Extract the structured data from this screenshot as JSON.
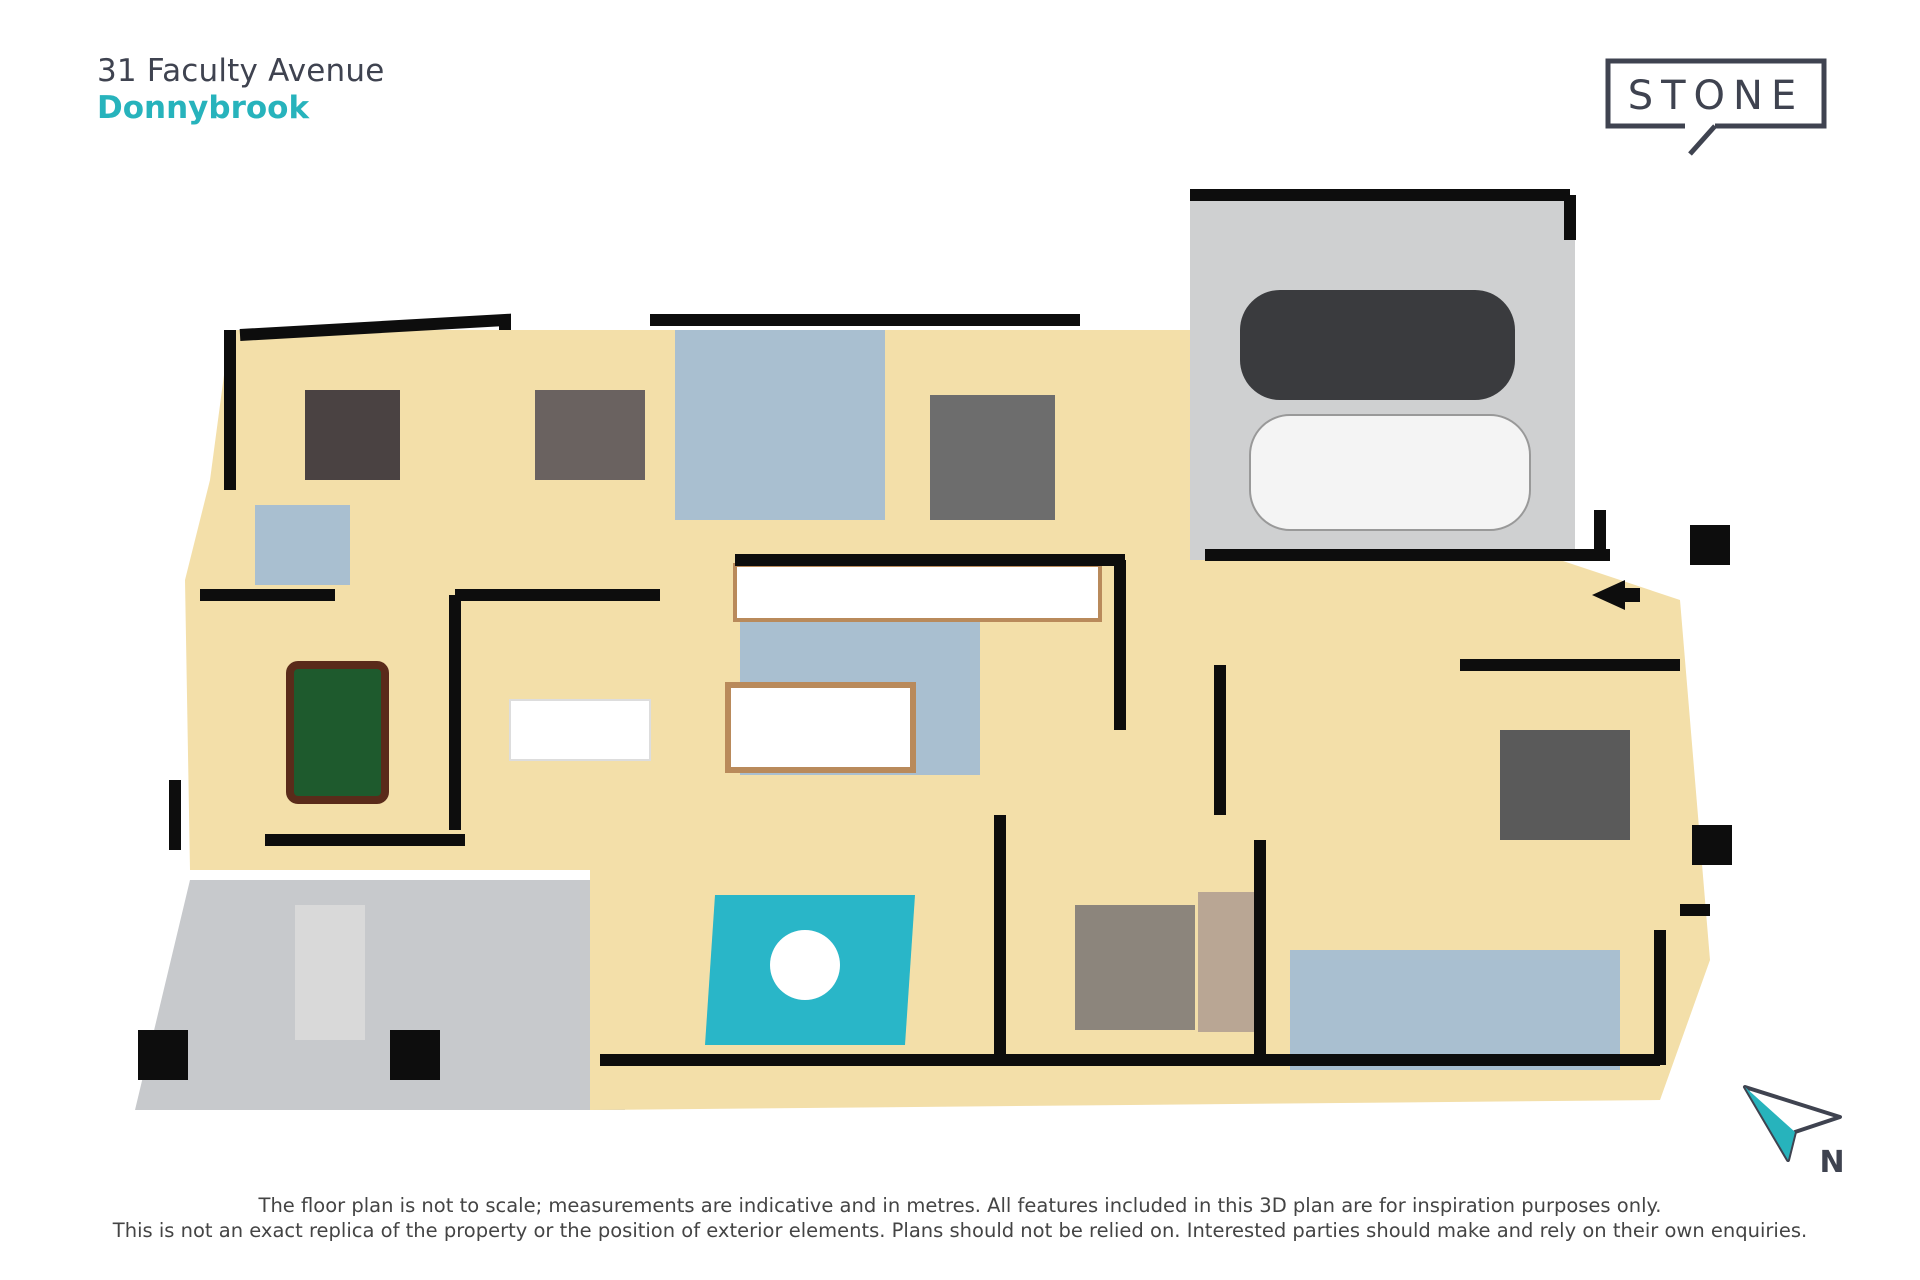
{
  "header": {
    "address": "31 Faculty Avenue",
    "suburb": "Donnybrook"
  },
  "logo": {
    "text": "STONE",
    "icon": "speech-bubble-logo-icon"
  },
  "compass": {
    "label": "N",
    "icon": "north-arrow-icon"
  },
  "disclaimer": {
    "line1": "The floor plan is not to scale; measurements are indicative and in metres. All features included in this 3D plan are for inspiration purposes only.",
    "line2": "This is not an exact replica of the property or the position of exterior elements. Plans should not be relied on. Interested parties should make and rely on their own enquiries."
  },
  "colors": {
    "accent": "#27b3bc",
    "wall": "#0d0d0d",
    "floor": "#f3dfa9",
    "tile": "#a9bfd0",
    "garage": "#cfd0d1",
    "alfresco": "#c7c9cc",
    "rug": "#29b6c8",
    "logo": "#3f4350"
  }
}
